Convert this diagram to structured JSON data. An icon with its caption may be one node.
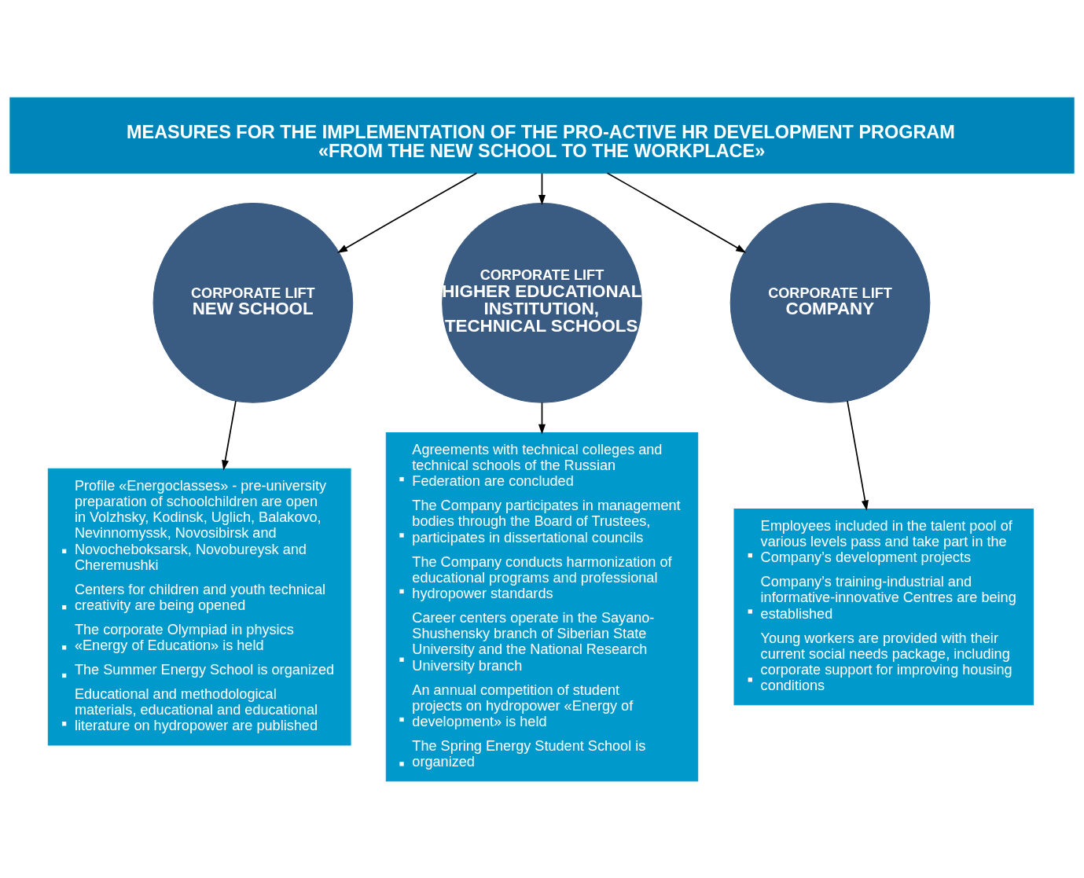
{
  "diagram": {
    "nodes": [
      {
        "text": [
          "MEASURES FOR THE IMPLEMENTATION OF THE PRO-ACTIVE HR DEVELOPMENT PROGRAM «FROM THE NEW SCHOOL TO THE WORKPLACE»"
        ]
      },
      {
        "text": [
          "CORPORATE LIFT",
          "NEW SCHOOL"
        ]
      },
      {
        "text": [
          "CORPORATE LIFT",
          "HIGHER EDUCATIONAL INSTITUTION, TECHNICAL SCHOOLS"
        ]
      },
      {
        "text": [
          "CORPORATE LIFT",
          "COMPANY"
        ]
      },
      {
        "text": [
          "Profile «Energoclasses» - pre-university preparation of schoolchildren are open in Volzhsky, Kodinsk, Uglich, Balakovo, Nevinnomyssk, Novosibirsk and Novocheboksarsk, Novobureysk and Cheremushki",
          "Centers for children and youth technical creativity are being opened",
          "The corporate Olympiad in physics «Energy of Education» is held",
          "The Summer Energy School is organized",
          "Educational and methodological materials, educational and educational literature on hydropower are published"
        ]
      },
      {
        "text": [
          "Agreements with technical colleges and technical schools of the Russian Federation are concluded",
          "The Company participates in management bodies through the Board of Trustees, participates in dissertational councils",
          "The Company conducts harmonization of educational programs and professional hydropower standards",
          "Career centers operate in the Sayano- Shushensky branch of Siberian State University and the National Research University branch",
          "An annual competition of student projects on hydropower «Energy of development» is held",
          "The Spring Energy Student School is organized"
        ]
      },
      {
        "text": [
          "Employees included in the talent pool of various levels pass and take part in the Company’s development projects",
          "Company’s training-industrial and informative-innovative Centres are being established",
          "Young workers are provided with their current social needs package, including corporate support for improving housing conditions"
        ]
      }
    ],
    "edges": [
      {
        "from": 0,
        "to": 1,
        "arrow": "to"
      },
      {
        "from": 0,
        "to": 2,
        "arrow": "to"
      },
      {
        "from": 0,
        "to": 3,
        "arrow": "to"
      },
      {
        "from": 1,
        "to": 4,
        "arrow": "to"
      },
      {
        "from": 2,
        "to": 5,
        "arrow": "to"
      },
      {
        "from": 3,
        "to": 6,
        "arrow": "to"
      }
    ]
  }
}
